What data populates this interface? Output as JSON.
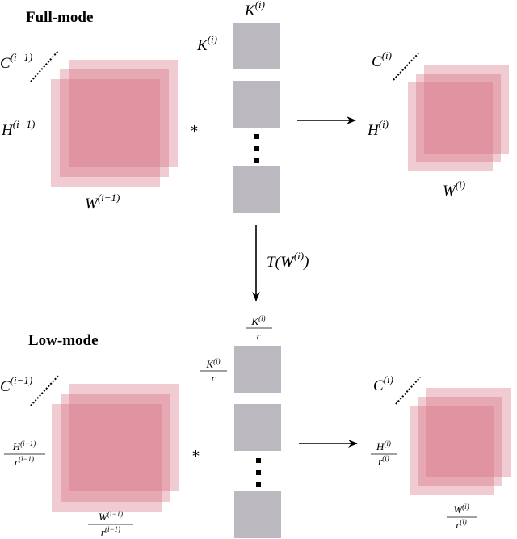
{
  "full": {
    "title": "Full-mode",
    "in_C": "C",
    "in_C_sup": "(i−1)",
    "in_H": "H",
    "in_H_sup": "(i−1)",
    "in_W": "W",
    "in_W_sup": "(i−1)",
    "k_top": "K",
    "k_top_sup": "(i)",
    "k_side": "K",
    "k_side_sup": "(i)",
    "conv": "*",
    "out_C": "C",
    "out_C_sup": "(i)",
    "out_H": "H",
    "out_H_sup": "(i)",
    "out_W": "W",
    "out_W_sup": "(i)"
  },
  "transform": {
    "T": "T(",
    "W": "W",
    "W_sup": "(i)",
    "close": ")"
  },
  "low": {
    "title": "Low-mode",
    "in_C": "C",
    "in_C_sup": "(i−1)",
    "in_H_num": "H",
    "in_H_num_sup": "(i−1)",
    "in_H_den": "r",
    "in_H_den_sup": "(i−1)",
    "in_W_num": "W",
    "in_W_num_sup": "(i−1)",
    "in_W_den": "r",
    "in_W_den_sup": "(i−1)",
    "k_top_num": "K",
    "k_top_num_sup": "(i)",
    "k_top_den": "r",
    "k_side_num": "K",
    "k_side_num_sup": "(i)",
    "k_side_den": "r",
    "conv": "*",
    "out_C": "C",
    "out_C_sup": "(i)",
    "out_H_num": "H",
    "out_H_num_sup": "(i)",
    "out_H_den": "r",
    "out_H_den_sup": "(i)",
    "out_W_num": "W",
    "out_W_num_sup": "(i)",
    "out_W_den": "r",
    "out_W_den_sup": "(i)"
  },
  "colors": {
    "tensor": "#d46a7e",
    "kernel": "#bbb8c0",
    "line": "#000000"
  }
}
